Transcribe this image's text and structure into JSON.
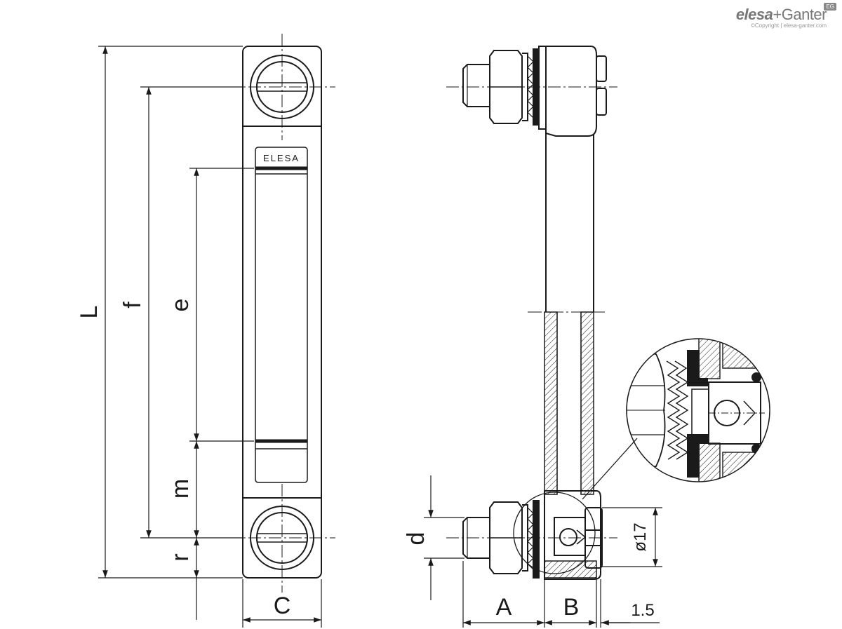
{
  "brand": {
    "name_part1": "elesa",
    "name_sep": "+",
    "name_part2": "Ganter",
    "badge": "EG",
    "copyright": "©Copyright | elesa-ganter.com"
  },
  "product_label": "ELESA",
  "dimensions": {
    "L": "L",
    "f": "f",
    "e": "e",
    "m": "m",
    "r": "r",
    "C": "C",
    "d": "d",
    "A": "A",
    "B": "B",
    "thickness": "1.5",
    "diameter": "ø17"
  },
  "colors": {
    "line": "#1a1a1a",
    "brand": "#777777"
  }
}
